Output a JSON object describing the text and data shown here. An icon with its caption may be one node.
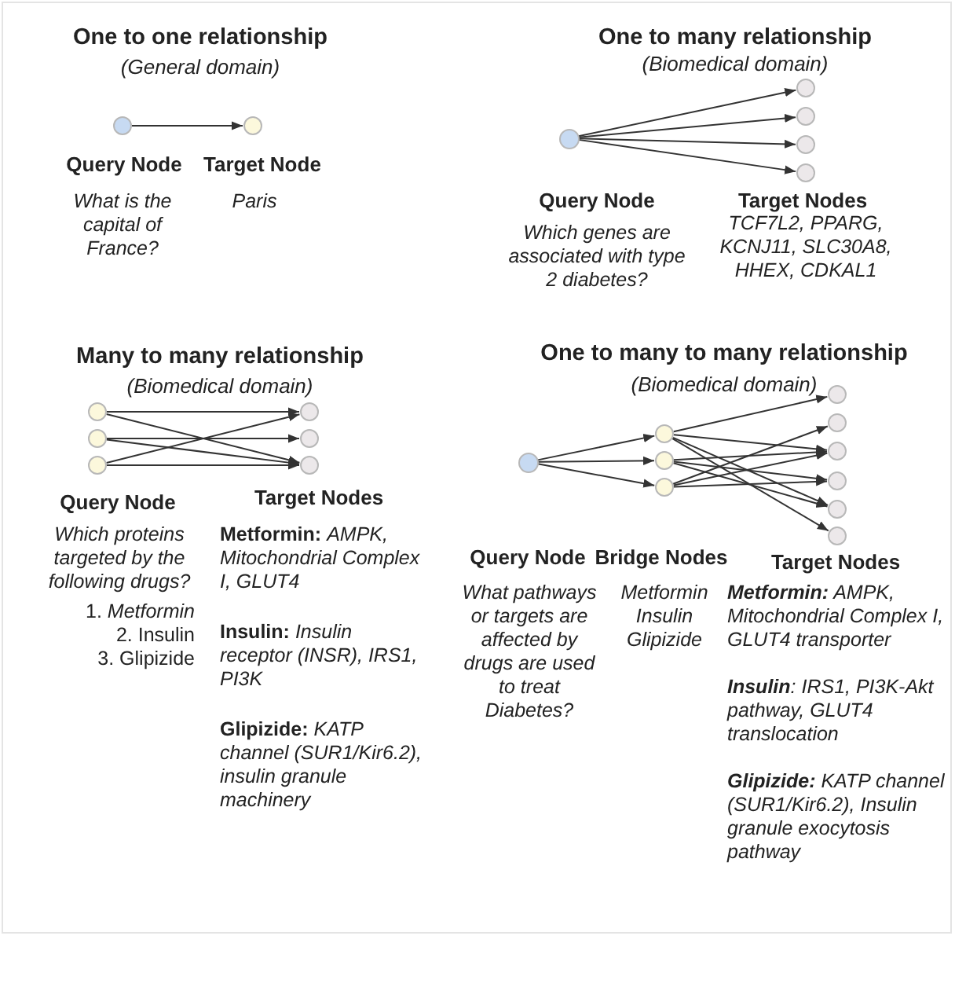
{
  "diagram": {
    "nodes": [
      {
        "text": [],
        "shape": "circle"
      },
      {
        "text": [],
        "shape": "circle"
      },
      {
        "text": [],
        "shape": "circle"
      },
      {
        "text": [],
        "shape": "circle"
      },
      {
        "text": [],
        "shape": "circle"
      },
      {
        "text": [],
        "shape": "circle"
      },
      {
        "text": [],
        "shape": "circle"
      },
      {
        "text": [],
        "shape": "circle"
      },
      {
        "text": [],
        "shape": "circle"
      },
      {
        "text": [],
        "shape": "circle"
      },
      {
        "text": [],
        "shape": "circle"
      },
      {
        "text": [],
        "shape": "circle"
      },
      {
        "text": [],
        "shape": "circle"
      },
      {
        "text": [],
        "shape": "circle"
      },
      {
        "text": [],
        "shape": "circle"
      },
      {
        "text": [],
        "shape": "circle"
      },
      {
        "text": [],
        "shape": "circle"
      },
      {
        "text": [],
        "shape": "circle"
      },
      {
        "text": [],
        "shape": "circle"
      },
      {
        "text": [],
        "shape": "circle"
      },
      {
        "text": [],
        "shape": "circle"
      },
      {
        "text": [],
        "shape": "circle"
      },
      {
        "text": [],
        "shape": "circle"
      }
    ],
    "edges": [
      {
        "from": 0,
        "to": 1,
        "arrow": "to"
      },
      {
        "from": 2,
        "to": 3,
        "arrow": "to"
      },
      {
        "from": 2,
        "to": 4,
        "arrow": "to"
      },
      {
        "from": 2,
        "to": 5,
        "arrow": "to"
      },
      {
        "from": 2,
        "to": 6,
        "arrow": "to"
      },
      {
        "from": 7,
        "to": 10,
        "arrow": "to"
      },
      {
        "from": 7,
        "to": 12,
        "arrow": "to"
      },
      {
        "from": 8,
        "to": 11,
        "arrow": "to"
      },
      {
        "from": 8,
        "to": 12,
        "arrow": "to"
      },
      {
        "from": 9,
        "to": 10,
        "arrow": "to"
      },
      {
        "from": 9,
        "to": 12,
        "arrow": "to"
      },
      {
        "from": 13,
        "to": 14,
        "arrow": "to"
      },
      {
        "from": 13,
        "to": 15,
        "arrow": "to"
      },
      {
        "from": 13,
        "to": 16,
        "arrow": "to"
      },
      {
        "from": 14,
        "to": 17,
        "arrow": "to"
      },
      {
        "from": 14,
        "to": 19,
        "arrow": "to"
      },
      {
        "from": 14,
        "to": 21,
        "arrow": "to"
      },
      {
        "from": 14,
        "to": 22,
        "arrow": "to"
      },
      {
        "from": 15,
        "to": 19,
        "arrow": "to"
      },
      {
        "from": 15,
        "to": 20,
        "arrow": "to"
      },
      {
        "from": 15,
        "to": 21,
        "arrow": "to"
      },
      {
        "from": 16,
        "to": 18,
        "arrow": "to"
      },
      {
        "from": 16,
        "to": 19,
        "arrow": "to"
      },
      {
        "from": 16,
        "to": 20,
        "arrow": "to"
      }
    ],
    "labels": [
      "One to one relationship",
      "(General domain)",
      "One to many relationship",
      "(Biomedical domain)",
      "Query Node",
      "Target Node",
      "Query Node",
      "Target Nodes",
      "What is the capital of France?",
      "Paris",
      "Which genes are associated with type 2 diabetes?",
      "TCF7L2, PPARG, KCNJ11, SLC30A8, HHEX, CDKAL1",
      "Many to many relationship",
      "(Biomedical domain)",
      "One to many to many relationship",
      "(Biomedical domain)",
      "Query Node",
      "Target Nodes",
      "Which proteins targeted by the following drugs?",
      "**Metformin:** *AMPK, Mitochondrial Complex I, GLUT4*",
      "1. *Metformin*",
      "2. Insulin",
      "3. Glipizide",
      "**Insulin:** *Insulin receptor (INSR), IRS1, PI3K*",
      "**Glipizide:** *KATP channel (SUR1/Kir6.2), insulin granule machinery*",
      "Query Node",
      "Bridge Nodes",
      "Target Nodes",
      "What pathways or targets are affected by drugs are used to treat Diabetes?",
      "Metformin Insulin Glipizide",
      "**Metformin:** AMPK, Mitochondrial Complex I, GLUT4 transporter",
      "**Insulin**: IRS1, PI3K-Akt pathway, GLUT4 translocation",
      "**Glipizide:** KATP channel (SUR1/Kir6.2), Insulin granule exocytosis pathway"
    ]
  }
}
